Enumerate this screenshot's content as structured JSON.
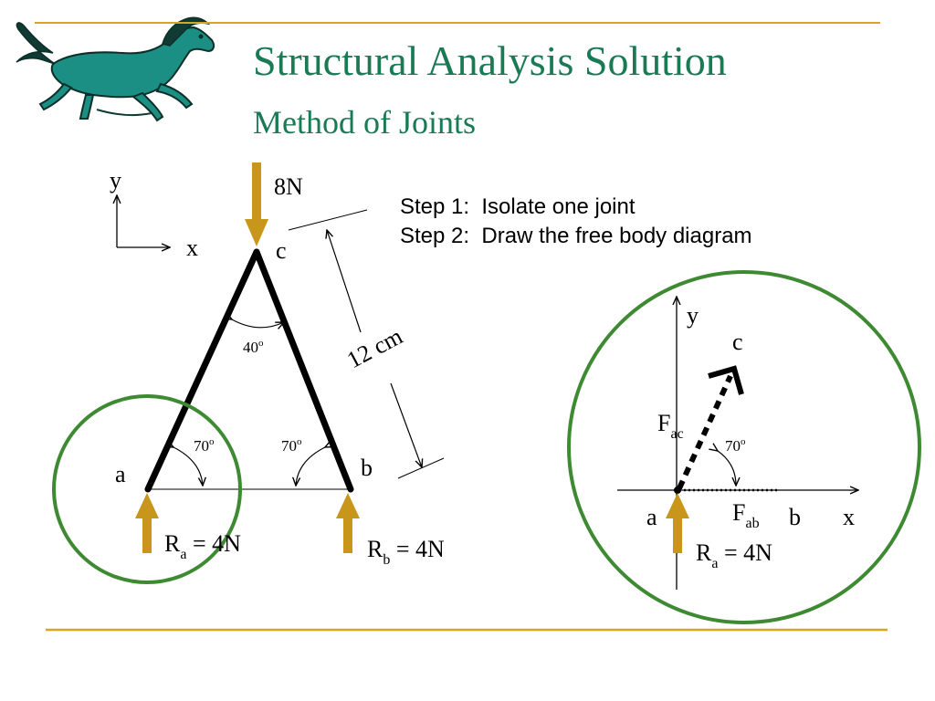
{
  "slide": {
    "title": "Structural Analysis Solution",
    "subtitle": "Method of Joints",
    "step1": "Step 1:  Isolate one joint",
    "step2": "Step 2:  Draw the free body diagram"
  },
  "colors": {
    "title": "#1a7a54",
    "rule": "#d9a520",
    "force_arrow": "#c8961a",
    "circle": "#3e8a32",
    "member": "#000000",
    "logo_horse": "#1b8f83"
  },
  "truss": {
    "axis_y": "y",
    "axis_x": "x",
    "load": "8N",
    "joint_a": "a",
    "joint_b": "b",
    "joint_c": "c",
    "angle_top": "40",
    "angle_left": "70",
    "angle_right": "70",
    "angle_unit": "o",
    "length": "12 cm",
    "reaction_a": {
      "sym": "R",
      "sub": "a",
      "rest": " = 4N"
    },
    "reaction_b": {
      "sym": "R",
      "sub": "b",
      "rest": " = 4N"
    }
  },
  "fbd": {
    "axis_y": "y",
    "axis_x": "x",
    "joint_c": "c",
    "joint_a": "a",
    "joint_b": "b",
    "angle": "70",
    "angle_unit": "o",
    "force_ac": {
      "sym": "F",
      "sub": "ac"
    },
    "force_ab": {
      "sym": "F",
      "sub": "ab"
    },
    "reaction_a": {
      "sym": "R",
      "sub": "a",
      "rest": " = 4N"
    }
  },
  "logo": {
    "icon": "mustang-horse-icon"
  }
}
